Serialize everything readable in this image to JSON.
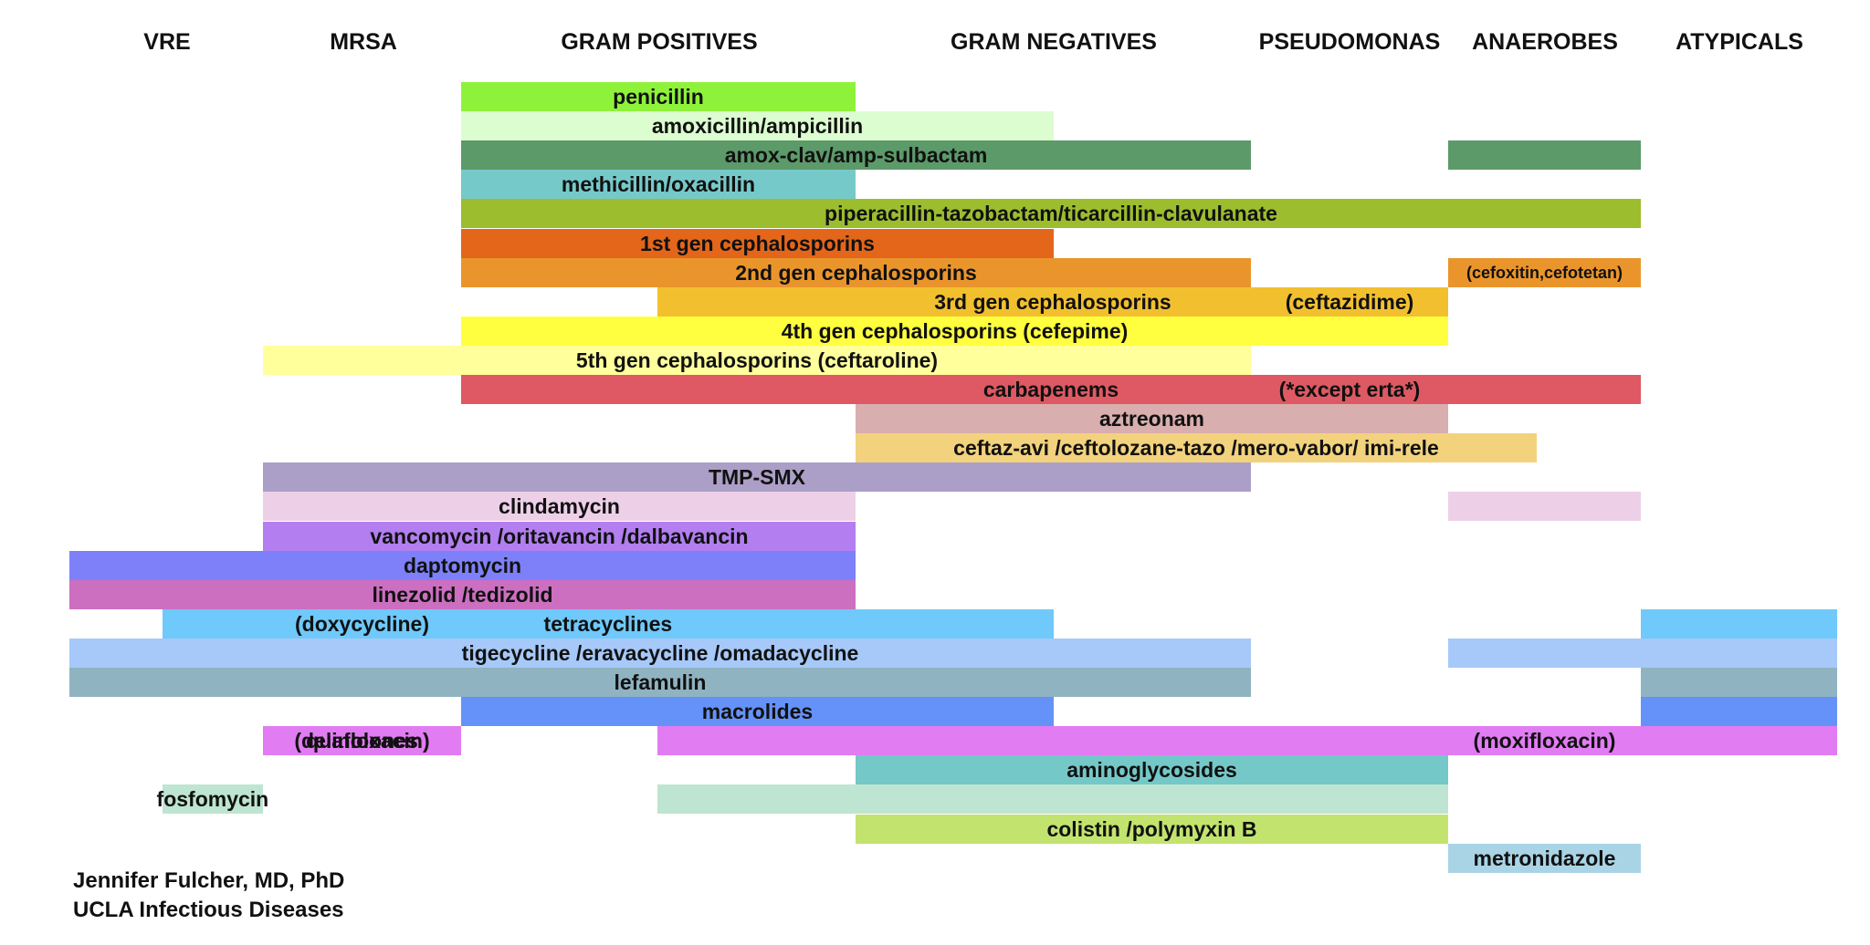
{
  "columns": [
    "VRE",
    "MRSA",
    "GRAM POSITIVES",
    "GRAM NEGATIVES",
    "PSEUDOMONAS",
    "ANAEROBES",
    "ATYPICALS"
  ],
  "rows": [
    {
      "label": "penicillin",
      "color": "#8ef23a",
      "segments": [
        [
          2,
          4
        ]
      ]
    },
    {
      "label": "amoxicillin/ampicillin",
      "color": "#dcfdd0",
      "segments": [
        [
          2,
          5
        ]
      ]
    },
    {
      "label": "amox-clav/amp-sulbactam",
      "color": "#5c9a6a",
      "segments": [
        [
          2,
          6
        ],
        [
          7,
          8
        ]
      ]
    },
    {
      "label": "methicillin/oxacillin",
      "color": "#76c9c9",
      "segments": [
        [
          2,
          4
        ]
      ]
    },
    {
      "label": "piperacillin-tazobactam/ticarcillin-clavulanate",
      "color": "#9cbd2e",
      "segments": [
        [
          2,
          8
        ]
      ]
    },
    {
      "label": "1st gen cephalosporins",
      "color": "#e3661a",
      "segments": [
        [
          2,
          5
        ]
      ]
    },
    {
      "label": "2nd gen cephalosporins",
      "color": "#ea952b",
      "segments": [
        [
          2,
          6
        ],
        [
          7,
          8
        ]
      ],
      "extra_labels": [
        {
          "text": "(cefoxitin,cefotetan)",
          "pos": 7.5,
          "small": true
        }
      ]
    },
    {
      "label": "3rd gen cephalosporins",
      "color": "#f2c02f",
      "segments": [
        [
          3,
          7
        ]
      ],
      "extra_labels": [
        {
          "text": "(ceftazidime)",
          "pos": 6.5
        }
      ]
    },
    {
      "label": "4th gen cephalosporins (cefepime)",
      "color": "#ffff3f",
      "segments": [
        [
          2,
          7
        ]
      ]
    },
    {
      "label": "5th gen cephalosporins (ceftaroline)",
      "color": "#ffff9c",
      "segments": [
        [
          1,
          6
        ]
      ]
    },
    {
      "label": "carbapenems",
      "color": "#de5963",
      "segments": [
        [
          2,
          8
        ]
      ],
      "extra_labels": [
        {
          "text": "(*except erta*)",
          "pos": 6.5
        }
      ]
    },
    {
      "label": "aztreonam",
      "color": "#d9aeae",
      "segments": [
        [
          4,
          7
        ]
      ]
    },
    {
      "label": "ceftaz-avi /ceftolozane-tazo /mero-vabor/ imi-rele",
      "color": "#f3d27e",
      "segments": [
        [
          4,
          7.46
        ]
      ]
    },
    {
      "label": "TMP-SMX",
      "color": "#ab9fc7",
      "segments": [
        [
          1,
          6
        ]
      ]
    },
    {
      "label": "clindamycin",
      "color": "#edd0e8",
      "segments": [
        [
          1,
          4
        ],
        [
          7,
          8
        ]
      ]
    },
    {
      "label": "vancomycin /oritavancin /dalbavancin",
      "color": "#b27ef0",
      "segments": [
        [
          1,
          4
        ]
      ]
    },
    {
      "label": "daptomycin",
      "color": "#7d80f8",
      "segments": [
        [
          0,
          4
        ]
      ]
    },
    {
      "label": "linezolid /tedizolid",
      "color": "#cc6fc0",
      "segments": [
        [
          0,
          4
        ]
      ]
    },
    {
      "label": "tetracyclines",
      "color": "#6fc9fb",
      "segments": [
        [
          0.48,
          5
        ],
        [
          8,
          9
        ]
      ],
      "extra_labels": [
        {
          "text": "(doxycycline)",
          "pos": 1.5
        }
      ]
    },
    {
      "label": "tigecycline /eravacycline /omadacycline",
      "color": "#a6c9f9",
      "segments": [
        [
          0,
          6
        ],
        [
          7,
          9
        ]
      ]
    },
    {
      "label": "lefamulin",
      "color": "#8fb3c1",
      "segments": [
        [
          0,
          6
        ],
        [
          8,
          9
        ]
      ]
    },
    {
      "label": "macrolides",
      "color": "#6592f8",
      "segments": [
        [
          2,
          5
        ],
        [
          8,
          9
        ]
      ]
    },
    {
      "label": "quinolones",
      "color": "#e17cf2",
      "segments": [
        [
          1,
          2
        ],
        [
          3,
          9
        ]
      ],
      "extra_labels": [
        {
          "text": "(delafloxacin)",
          "pos": 1.5
        },
        {
          "text": "(moxifloxacin)",
          "pos": 7.5
        }
      ]
    },
    {
      "label": "aminoglycosides",
      "color": "#74c8c8",
      "segments": [
        [
          4,
          7
        ]
      ]
    },
    {
      "label": "fosfomycin",
      "color": "#bee5d1",
      "segments": [
        [
          0.48,
          1
        ],
        [
          3,
          7
        ]
      ]
    },
    {
      "label": "colistin /polymyxin B",
      "color": "#c2e46f",
      "segments": [
        [
          4,
          7
        ]
      ]
    },
    {
      "label": "metronidazole",
      "color": "#a9d4e5",
      "segments": [
        [
          7,
          8
        ]
      ]
    }
  ],
  "credit": {
    "line1": "Jennifer Fulcher, MD, PhD",
    "line2": "UCLA Infectious Diseases"
  }
}
